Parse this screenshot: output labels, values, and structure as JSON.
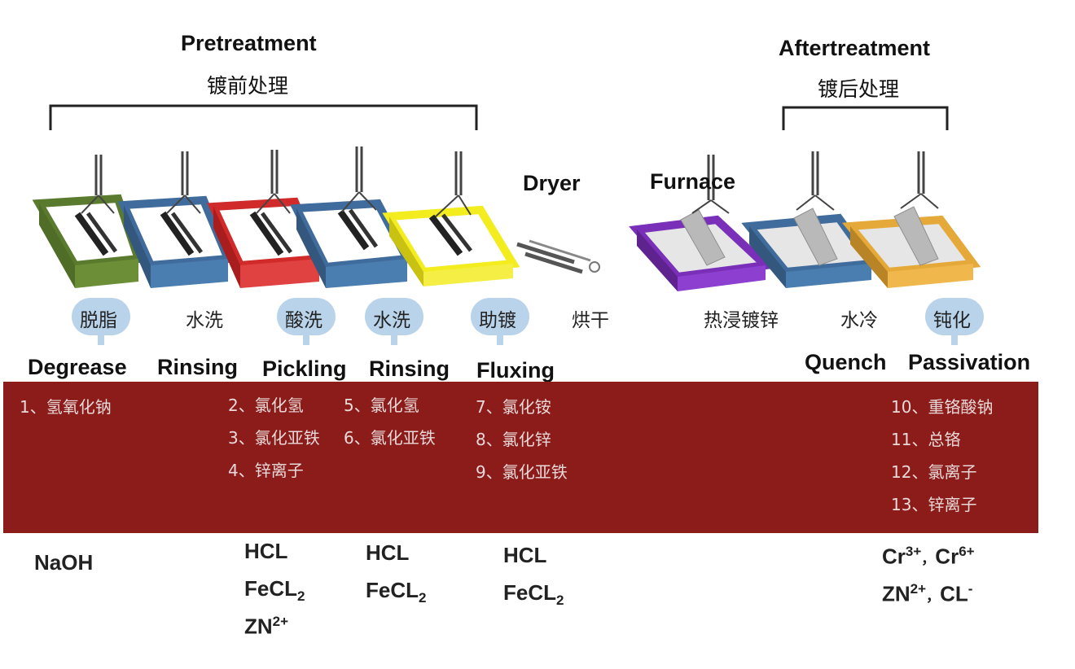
{
  "pretreatment": {
    "title_en": "Pretreatment",
    "title_cn": "镀前处理"
  },
  "aftertreatment": {
    "title_en": "Aftertreatment",
    "title_cn": "镀后处理"
  },
  "equipment": {
    "dryer": "Dryer",
    "furnace": "Furnace"
  },
  "tank_colors": [
    "#5a7a2e",
    "#3f6c9c",
    "#d12a2a",
    "#3f6c9c",
    "#f3ec1e",
    "#7a2fb8",
    "#3f6c9c",
    "#e5a93a"
  ],
  "steps": [
    {
      "cn": "脱脂",
      "en": "Degrease",
      "highlighted": true
    },
    {
      "cn": "水洗",
      "en": "Rinsing",
      "highlighted": false
    },
    {
      "cn": "酸洗",
      "en": "Pickling",
      "highlighted": true
    },
    {
      "cn": "水洗",
      "en": "Rinsing",
      "highlighted": true
    },
    {
      "cn": "助镀",
      "en": "Fluxing",
      "highlighted": true
    },
    {
      "cn": "烘干",
      "en": "",
      "highlighted": false
    },
    {
      "cn": "热浸镀锌",
      "en": "",
      "highlighted": false
    },
    {
      "cn": "水冷",
      "en": "Quench",
      "highlighted": false
    },
    {
      "cn": "钝化",
      "en": "Passivation",
      "highlighted": true
    }
  ],
  "band": {
    "color": "#8b1c1a",
    "col1": [
      "1、氢氧化钠"
    ],
    "col2": [
      "2、氯化氢",
      "3、氯化亚铁",
      "4、锌离子"
    ],
    "col3": [
      "5、氯化氢",
      "6、氯化亚铁"
    ],
    "col4": [
      "7、氯化铵",
      "8、氯化锌",
      "9、氯化亚铁"
    ],
    "col5": [
      "10、重铬酸钠",
      "11、总铬",
      "12、氯离子",
      "13、锌离子"
    ]
  },
  "formulas": {
    "col1": {
      "line1": "NaOH"
    },
    "col2": {
      "line1": "HCL",
      "line2_base": "FeCL",
      "line2_sub": "2",
      "line3_base": "ZN",
      "line3_sup": "2+"
    },
    "col3": {
      "line1": "HCL",
      "line2_base": "FeCL",
      "line2_sub": "2"
    },
    "col4": {
      "line1": "HCL",
      "line2_base": "FeCL",
      "line2_sub": "2"
    },
    "col5": {
      "line1_a": "Cr",
      "line1_a_sup": "3+",
      "sep": "，",
      "line1_b": "Cr",
      "line1_b_sup": "6+",
      "line2_a": "ZN",
      "line2_a_sup": "2+",
      "line2_b": "CL",
      "line2_b_sup": "-"
    }
  }
}
